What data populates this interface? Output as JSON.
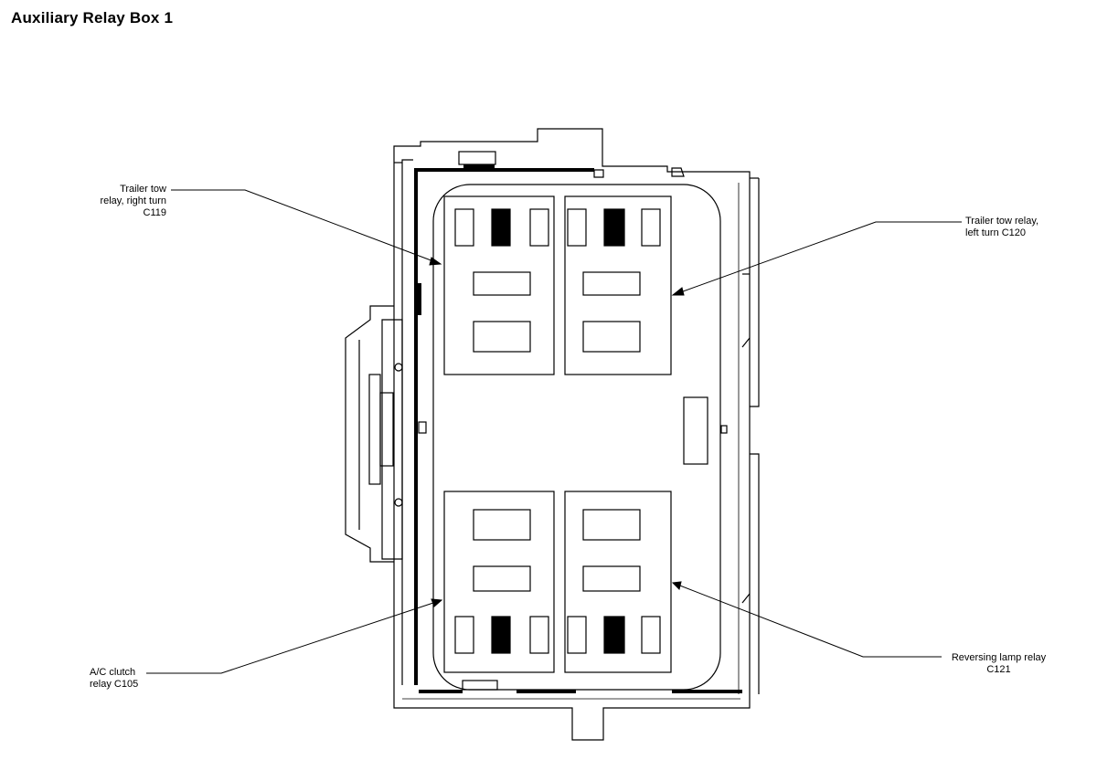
{
  "title": "Auxiliary Relay Box 1",
  "callouts": {
    "top_left": {
      "lines": [
        "Trailer tow",
        "relay, right turn",
        "C119"
      ]
    },
    "top_right": {
      "lines": [
        "Trailer tow relay,",
        "left turn C120"
      ]
    },
    "bottom_left": {
      "lines": [
        "A/C clutch",
        "relay C105"
      ]
    },
    "bottom_right": {
      "lines": [
        "Reversing lamp relay",
        "C121"
      ]
    }
  },
  "colors": {
    "line": "#000000",
    "background": "#ffffff"
  }
}
